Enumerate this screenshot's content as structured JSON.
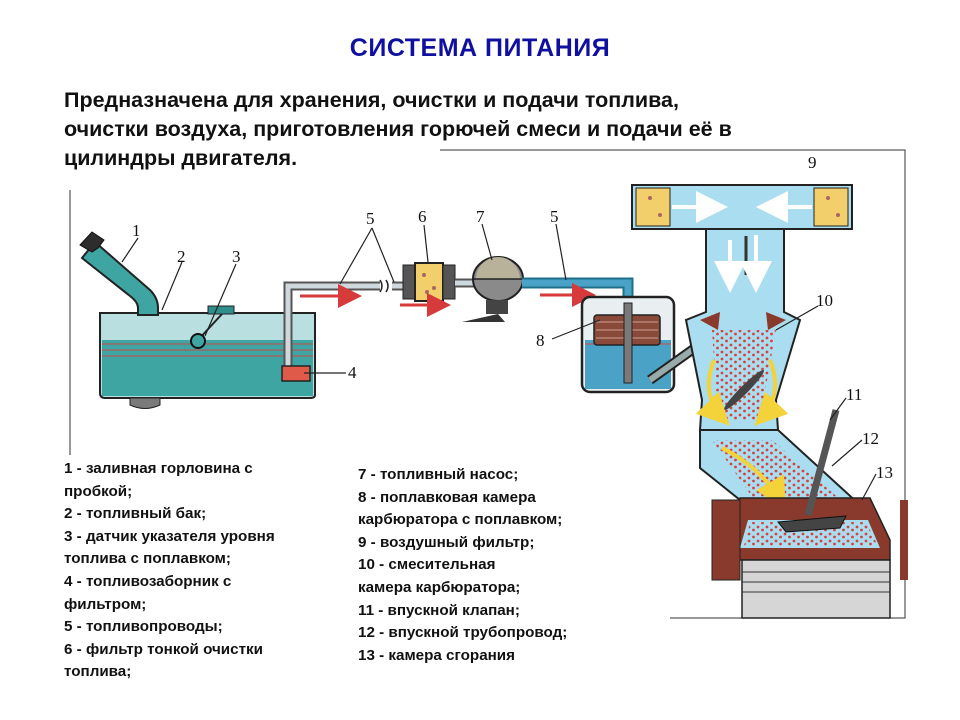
{
  "title": "СИСТЕМА ПИТАНИЯ",
  "intro": [
    "Предназначена для хранения, очистки и подачи топлива,",
    "очистки воздуха, приготовления горючей смеси и подачи её в",
    "цилиндры двигателя."
  ],
  "diagram_numbers": [
    "1",
    "2",
    "3",
    "4",
    "5",
    "6",
    "7",
    "5",
    "8",
    "9",
    "10",
    "11",
    "12",
    "13"
  ],
  "legend_left": [
    "1 - заливная горловина с",
    "пробкой;",
    "2 - топливный бак;",
    "3 - датчик указателя уровня",
    "топлива с поплавком;",
    "4 - топливозаборник с",
    "фильтром;",
    "5 - топливопроводы;",
    "6 - фильтр тонкой очистки",
    "топлива;"
  ],
  "legend_right": [
    "7 - топливный насос;",
    "8 - поплавковая камера",
    "карбюратора с поплавком;",
    "9 - воздушный фильтр;",
    "10 - смесительная",
    "камера карбюратора;",
    " 11 - впускной клапан;",
    "12 - впускной трубопровод;",
    "13 - камера сгорания"
  ],
  "colors": {
    "title": "#1010a0",
    "fuel": "#2f9a9e",
    "tank_body": "#3fa5a2",
    "pipe_blue": "#4aa3c6",
    "filter_yellow": "#f2cf6a",
    "flow_arrow": "#d63a3a",
    "mixture_dots": "#d9423c",
    "air_blue": "#a9ddef",
    "engine_brown": "#8a3a2c"
  }
}
